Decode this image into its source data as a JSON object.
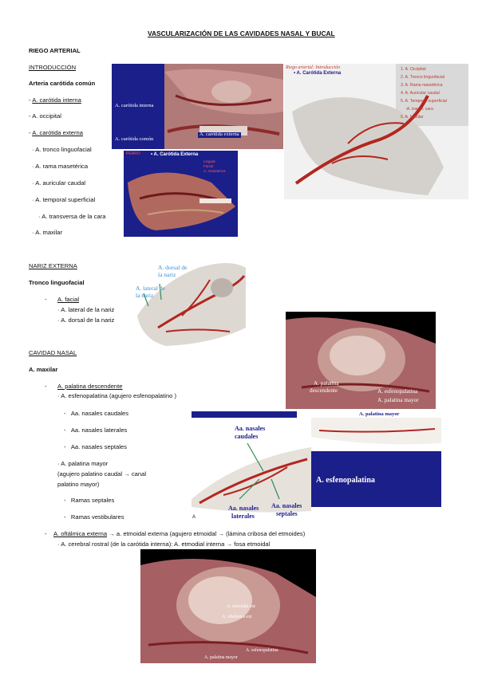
{
  "doc": {
    "title": "VASCULARIZACIÓN DE LAS CAVIDADES NASAL Y BUCAL",
    "section_riego": "RIEGO ARTERIAL",
    "intro": {
      "heading": "INTRODUCCIÓN",
      "subheading": "Arteria carótida común",
      "items": [
        "- A. carótida interna",
        "- A. occipital",
        "- A. carótida externa",
        "· A. tronco linguofacial",
        "· A. rama masetérica",
        "· A. auricular caudal",
        "· A. temporal superficial",
        "· A. transversa de la cara",
        "· A. maxilar"
      ]
    },
    "nariz": {
      "heading": "NARIZ EXTERNA",
      "subheading": "Tronco linguofacial",
      "dash": "-",
      "facial": "A. facial",
      "items": [
        "· A. lateral de la nariz",
        "· A. dorsal de la nariz"
      ]
    },
    "cavidad": {
      "heading": "CAVIDAD NASAL",
      "subheading": "A. maxilar",
      "dash": "-",
      "palatina_desc": "A. palatina descendente",
      "esfeno": "· A. esfenopalatina (agujero esfenopalatino )",
      "nasal_items": [
        "Aa. nasales caudales",
        "Aa. nasales laterales",
        "Aa. nasales septales"
      ],
      "palatina_mayor_1": "· A. palatina mayor",
      "palatina_mayor_2": "(agujero palatino caudal → canal",
      "palatina_mayor_3": "palatino mayor)",
      "ramas": [
        "Ramas septales",
        "Ramas vestibulares"
      ],
      "oftalmica_label": "A. oftálmica externa",
      "oftalmica_rest": " → a. etmoidal externa (agujero etmoidal → (lámina cribosa del etmoides)",
      "cerebral": "· A. cerebral rostral (de la carótida interna): A. etmodial interna → fosa etmoidal"
    }
  },
  "figures": {
    "fig1": {
      "l1": "A. carótida interna",
      "l2": "A. carótida común",
      "l3": "A. carótida externa"
    },
    "fig2": {
      "title": "Riego arterial: Introducción",
      "sub": "• A. Carótida Externa",
      "legend": [
        "1. A. Occipital",
        "2. A. Tronco linguofacial",
        "3. A. Rama masetérica",
        "4. A. Auricular caudal",
        "5. A. Temporal superficial",
        "-A. transv. cara",
        "6. A. Maxilar"
      ]
    },
    "fig3": {
      "tag": "PERRO",
      "title": "• A. Carótida Externa",
      "k1": "Lingual",
      "k2": "Facial",
      "k3": "A. masetérica"
    },
    "fig4": {
      "l1": "A. dorsal de",
      "l1b": "la nariz",
      "l2": "A. lateral de",
      "l2b": "la nariz"
    },
    "fig5": {
      "l1": "A. palatina",
      "l1b": "descendente",
      "l2": "A. esfenopalatina",
      "l3": "A. palatina mayor"
    },
    "fig6": {
      "top": "A. palatina mayor",
      "a": "Aa. nasales",
      "ab": "caudales",
      "b": "Aa. nasales",
      "bb": "laterales",
      "c": "Aa. nasales",
      "cb": "septales",
      "d": "A. esfenopalatina",
      "mark": "A"
    },
    "fig7": {
      "l1": "A. etmoidal ext",
      "l2": "A. oftálmica ext",
      "l3": "A. esfenopalatina",
      "l4": "A. palatina mayor"
    }
  },
  "colors": {
    "accent_blue": "#1a1a8a",
    "vessel_red": "#b3261e"
  }
}
